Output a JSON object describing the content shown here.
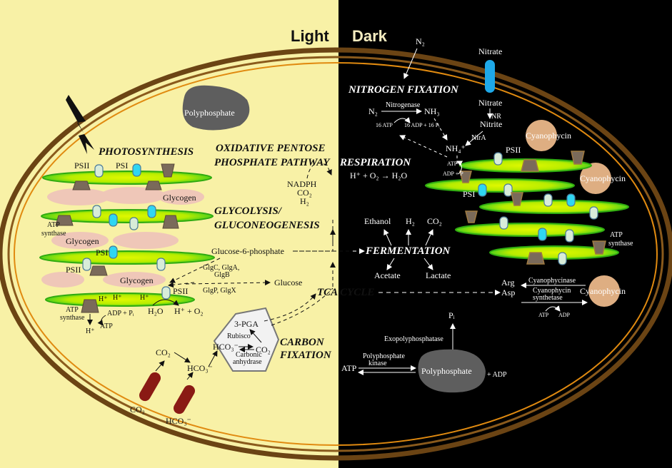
{
  "header": {
    "light": "Light",
    "dark": "Dark"
  },
  "colors": {
    "light_bg": "#f8f1a6",
    "dark_bg": "#000000",
    "membrane": "#6b4414",
    "thylakoid": "#3fc81a",
    "thylakoid_core": "#c8f000",
    "psi": "#2fd6f2",
    "psii": "#d8ecd8",
    "glycogen": "#efc7b8",
    "cyanophycin": "#deae82",
    "polyphosphate": "#5e5e5e",
    "transporter": "#8a1a14",
    "nitrate_channel": "#1ea8e8"
  },
  "light": {
    "polyphosphate": "Polyphosphate",
    "photosynthesis": "PHOTOSYNTHESIS",
    "psii": "PSII",
    "psi": "PSI",
    "glycogen": "Glycogen",
    "atp_synthase": "ATP synthase",
    "h_plus": "H⁺",
    "adp_pi": "ADP + Pᵢ",
    "atp": "ATP",
    "h2o": "H₂O",
    "h_o2": "H⁺ + O₂",
    "opp": [
      "OXIDATIVE PENTOSE",
      "PHOSPHATE PATHWAY"
    ],
    "nadph": [
      "NADPH",
      "CO₂",
      "H₂"
    ],
    "glycolysis": [
      "GLYCOLYSIS/",
      "GLUCONEOGENESIS"
    ],
    "g6p": "Glucose-6-phosphate",
    "glc_enzymes_top": [
      "GlgC, GlgA,",
      "GlgB"
    ],
    "glc_enzymes_bottom": "GlgP, GlgX",
    "glucose": "Glucose",
    "tca": "TCA CYCLE",
    "pga": "3-PGA",
    "rubisco": "Rubisco",
    "hco3": "HCO₃⁻",
    "co2": "CO₂",
    "carbonic_anhydrase": [
      "Carbonic",
      "anhydrase"
    ],
    "carbon_fixation": [
      "CARBON",
      "FIXATION"
    ]
  },
  "dark": {
    "n2": "N₂",
    "nitrate": "Nitrate",
    "nitrite": "Nitrite",
    "nitrogen_fixation": "NITROGEN FIXATION",
    "nitrogenase": "Nitrogenase",
    "nh3": "NH₃",
    "atp16": "16 ATP",
    "adp16": "16 ADP + 16 Pᵢ",
    "nr": "NR",
    "nira": "NirA",
    "nh4": "NH₄⁺",
    "cyanophycin": "Cyanophycin",
    "psii": "PSII",
    "psi": "PSI",
    "respiration": "RESPIRATION",
    "resp_eq": "H⁺ + O₂ → H₂O",
    "atp": "ATP",
    "adp_p": "ADP + P",
    "atp_synthase": "ATP synthase",
    "ethanol": "Ethanol",
    "h2": "H₂",
    "co2": "CO₂",
    "fermentation": "FERMENTATION",
    "acetate": "Acetate",
    "lactate": "Lactate",
    "arg": "Arg",
    "asp": "Asp",
    "cyanophycinase": "Cyanophycinase",
    "cyanophycin_synthetase": [
      "Cyanophycin",
      "synthetase"
    ],
    "adp": "ADP",
    "pi": "Pᵢ",
    "exopolyphosphatase": "Exopolyphosphatase",
    "polyphosphate": "Polyphosphate",
    "polyphosphate_kinase": [
      "Polyphosphate",
      "kinase"
    ],
    "plus_adp": "+ ADP"
  }
}
